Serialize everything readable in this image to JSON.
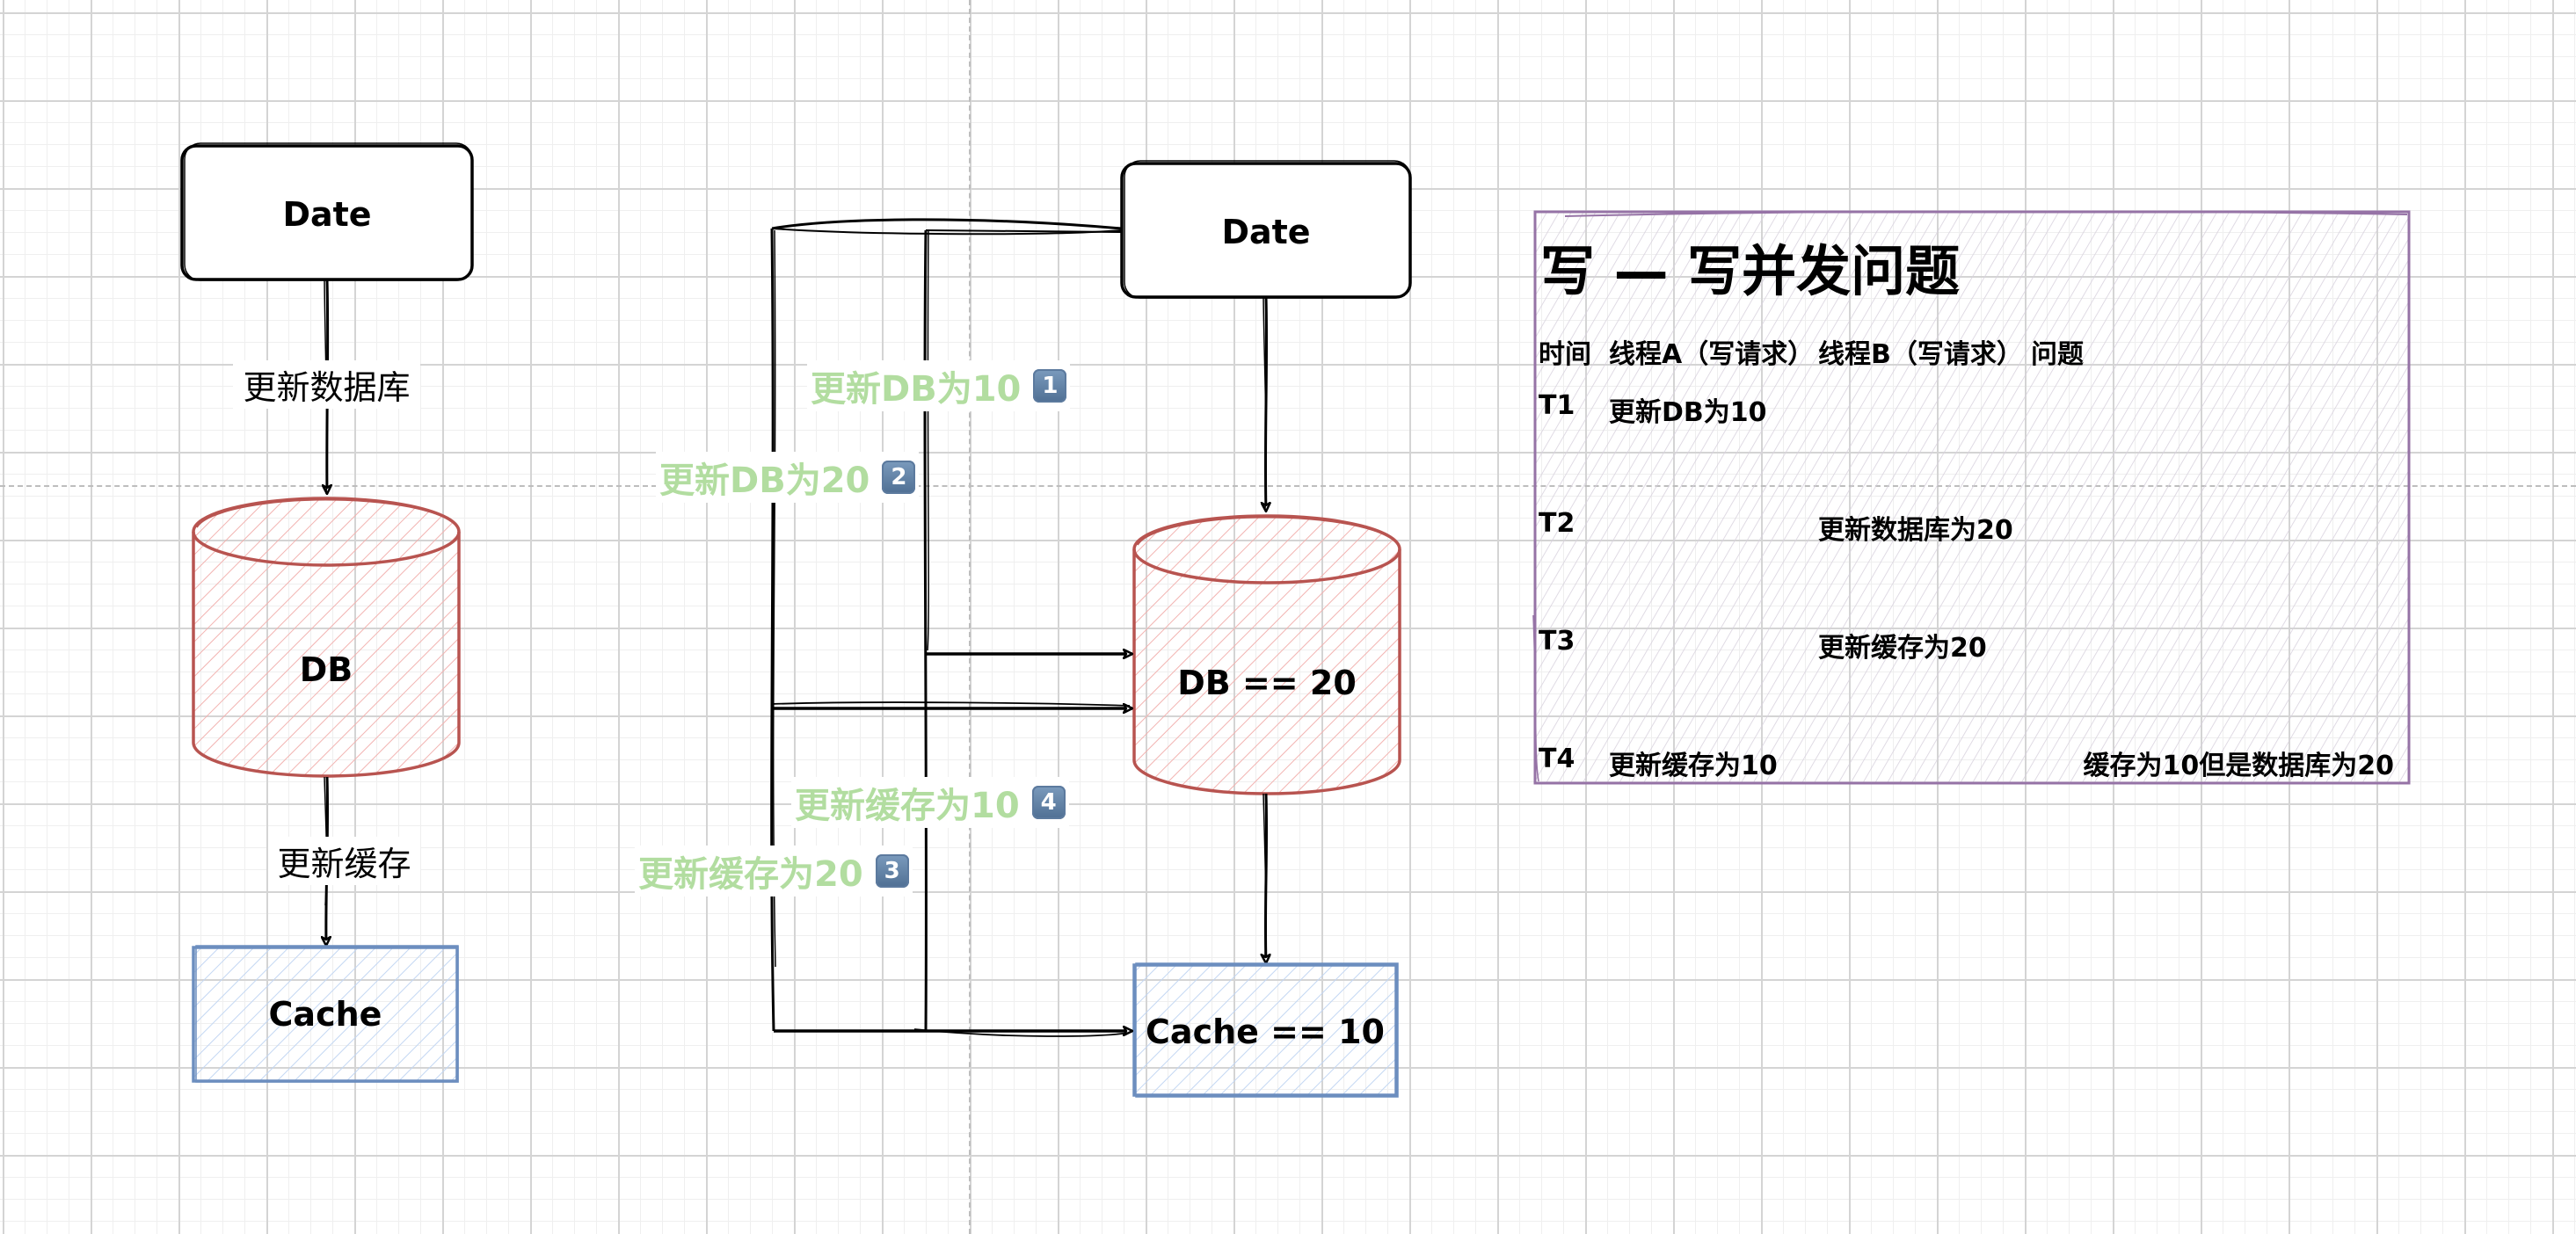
{
  "colors": {
    "db_stroke": "#b85450",
    "db_fill": "#f8cecc",
    "cache_stroke": "#6c8ebf",
    "cache_fill": "#dae8fc",
    "table_stroke": "#9673a6",
    "table_fill": "#e1d5e7",
    "annotation_green": "#b2dda0"
  },
  "left_flow": {
    "source": {
      "label": "Date"
    },
    "edge1": {
      "label": "更新数据库"
    },
    "db": {
      "label": "DB"
    },
    "edge2": {
      "label": "更新缓存"
    },
    "cache": {
      "label": "Cache"
    }
  },
  "right_flow": {
    "source": {
      "label": "Date"
    },
    "db": {
      "label": "DB == 20"
    },
    "cache": {
      "label": "Cache == 10"
    },
    "annotations": [
      {
        "text": "更新DB为10",
        "step": "1"
      },
      {
        "text": "更新DB为20",
        "step": "2"
      },
      {
        "text": "更新缓存为20",
        "step": "3"
      },
      {
        "text": "更新缓存为10",
        "step": "4"
      }
    ]
  },
  "table": {
    "title": "写 — 写并发问题",
    "headers": [
      "时间",
      "线程A（写请求）",
      "线程B（写请求）",
      "问题"
    ],
    "rows": [
      {
        "time": "T1",
        "thread_a": "更新DB为10",
        "thread_b": "",
        "issue": ""
      },
      {
        "time": "T2",
        "thread_a": "",
        "thread_b": "更新数据库为20",
        "issue": ""
      },
      {
        "time": "T3",
        "thread_a": "",
        "thread_b": "更新缓存为20",
        "issue": ""
      },
      {
        "time": "T4",
        "thread_a": "更新缓存为10",
        "thread_b": "",
        "issue": "缓存为10但是数据库为20"
      }
    ]
  }
}
